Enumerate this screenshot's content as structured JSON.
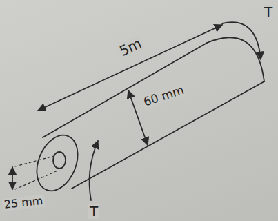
{
  "diagram": {
    "labels": [
      "T",
      "5m",
      "60 mm",
      "25 mm",
      "T"
    ]
  }
}
